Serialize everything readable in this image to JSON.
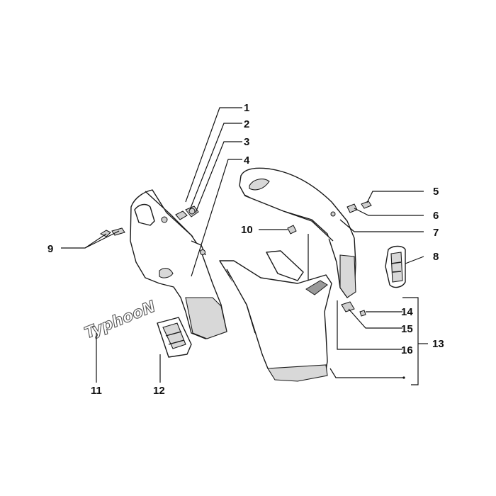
{
  "diagram": {
    "callouts": [
      "1",
      "2",
      "3",
      "4",
      "5",
      "6",
      "7",
      "8",
      "9",
      "10",
      "11",
      "12",
      "13",
      "14",
      "15",
      "16"
    ],
    "emblem_text": "TyphooN",
    "colors": {
      "line": "#111111",
      "fill": "#ffffff",
      "shade": "#d8d8d8"
    }
  }
}
